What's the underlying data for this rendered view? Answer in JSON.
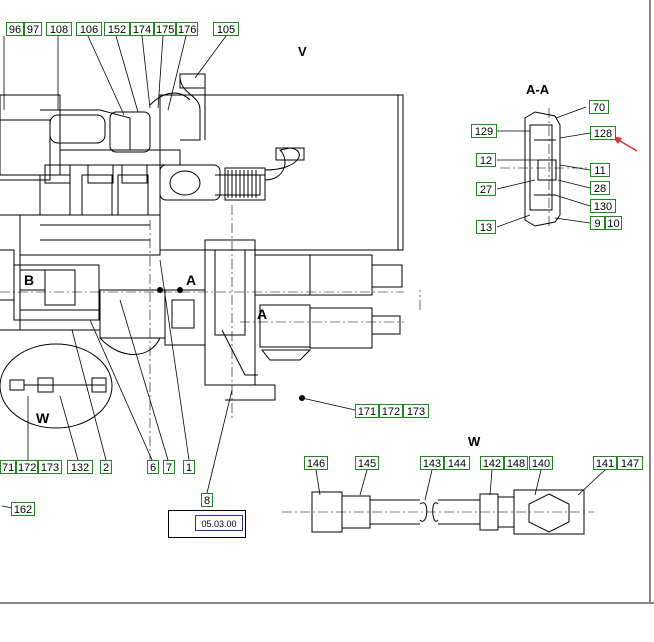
{
  "views": {
    "v": "V",
    "aa": "A-A",
    "w": "W",
    "a1": "A",
    "a2": "A",
    "b": "B",
    "w2": "W"
  },
  "revision": {
    "date": "05.03.00"
  },
  "labels": {
    "l96": "96",
    "l97": "97",
    "l108": "108",
    "l106": "106",
    "l152": "152",
    "l174": "174",
    "l175": "175",
    "l176": "176",
    "l105": "105",
    "l70": "70",
    "l129": "129",
    "l128": "128",
    "l12": "12",
    "l11": "11",
    "l27": "27",
    "l28": "28",
    "l130": "130",
    "l13": "13",
    "l9": "9",
    "l10": "10",
    "l171b": "171",
    "l172b": "172",
    "l173b": "173",
    "l171a": "71",
    "l172a": "172",
    "l173a": "173",
    "l132": "132",
    "l2": "2",
    "l6": "6",
    "l7": "7",
    "l1": "1",
    "l8": "8",
    "l162": "162",
    "l146": "146",
    "l145": "145",
    "l143": "143",
    "l144": "144",
    "l142": "142",
    "l148": "148",
    "l140": "140",
    "l141": "141",
    "l147": "147"
  },
  "colors": {
    "label_border": "#1c8a1c",
    "pointer_arrow": "#e03030",
    "rev_border": "#2030c0"
  }
}
